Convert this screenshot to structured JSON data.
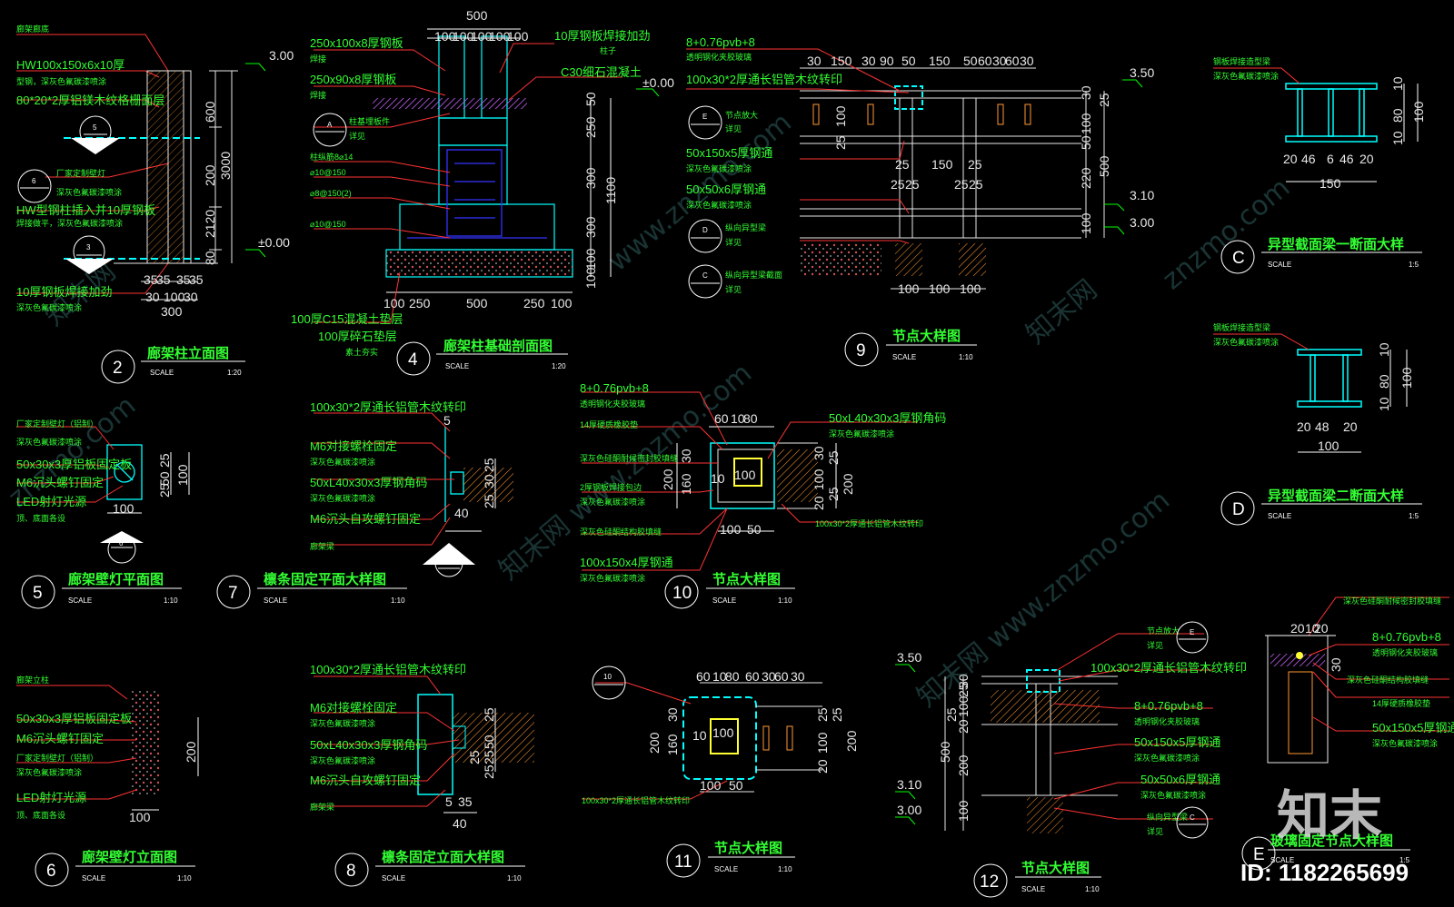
{
  "colors": {
    "background": "#000000",
    "label": "#33ff33",
    "leader": "#ff3333",
    "dimension": "#e8e8e8",
    "outline": "#00ffff",
    "rebar": "#3333ff",
    "hatch": "#ff9933"
  },
  "watermark": {
    "brand": "知末",
    "id": "ID: 1182265699",
    "texts": [
      "知末网 www.znzmo.com",
      "www.znzmo.com",
      "知末网",
      "znzmo.com"
    ]
  },
  "views": {
    "v2": {
      "num": "2",
      "title": "廊架柱立面图",
      "scale_label": "SCALE",
      "scale": "1:20",
      "labels": [
        "廊架廊底",
        "HW100x150x6x10厚",
        "型钢，深灰色氟碳漆喷涂",
        "80*20*2厚铝镁木纹格栅面层",
        "厂家定制壁灯",
        "深灰色氟碳漆喷涂",
        "HW型钢柱插入并10厚钢板",
        "焊接做平，深灰色氟碳漆喷涂",
        "10厚钢板焊接加劲",
        "深灰色氟碳漆喷涂"
      ],
      "dims": [
        "3.00",
        "600",
        "3000",
        "200",
        "2120",
        "80",
        "±0.00",
        "35",
        "35",
        "35",
        "35",
        "30",
        "100",
        "30",
        "300"
      ],
      "markers": [
        "5",
        "6",
        "3"
      ]
    },
    "v4": {
      "num": "4",
      "title": "廊架柱基础剖面图",
      "scale_label": "SCALE",
      "scale": "1:20",
      "labels": [
        "250x100x8厚钢板",
        "焊接",
        "250x90x8厚钢板",
        "焊接",
        "柱基埋板件",
        "详见",
        "柱纵筋8⌀14",
        "⌀10@150",
        "⌀8@150(2)",
        "⌀10@150",
        "10厚钢板焊接加劲",
        "柱子",
        "C30细石混凝土",
        "100厚C15混凝土垫层",
        "100厚碎石垫层",
        "素土夯实"
      ],
      "dims": [
        "500",
        "100",
        "100",
        "100",
        "100",
        "100",
        "±0.00",
        "50",
        "250",
        "300",
        "300",
        "100",
        "1100",
        "100",
        "100",
        "250",
        "500",
        "250",
        "100"
      ],
      "markers": [
        "A"
      ]
    },
    "v9": {
      "num": "9",
      "title": "节点大样图",
      "scale_label": "SCALE",
      "scale": "1:10",
      "labels": [
        "8+0.76pvb+8",
        "透明钢化夹胶玻璃",
        "100x30*2厚通长铝管木纹转印",
        "节点放大",
        "详见",
        "50x150x5厚钢通",
        "深灰色氟碳漆喷涂",
        "50x50x6厚钢通",
        "深灰色氟碳漆喷涂",
        "纵向异型梁",
        "详见",
        "纵向异型梁截面",
        "详见"
      ],
      "dims": [
        "30",
        "150",
        "30",
        "90",
        "50",
        "150",
        "50",
        "60",
        "30",
        "60",
        "30",
        "3.50",
        "30",
        "100",
        "50",
        "25",
        "100",
        "25",
        "500",
        "25",
        "150",
        "25",
        "25",
        "25",
        "25",
        "25",
        "220",
        "3.10",
        "3.00",
        "100",
        "100",
        "100",
        "100"
      ],
      "markers": [
        "E",
        "D",
        "C"
      ]
    },
    "vC": {
      "num": "C",
      "title": "异型截面梁一断面大样",
      "scale_label": "SCALE",
      "scale": "1:5",
      "labels": [
        "钢板焊接造型梁",
        "深灰色氟碳漆喷涂"
      ],
      "dims": [
        "10",
        "80",
        "10",
        "100",
        "20",
        "46",
        "6",
        "46",
        "20",
        "150"
      ]
    },
    "vD": {
      "num": "D",
      "title": "异型截面梁二断面大样",
      "scale_label": "SCALE",
      "scale": "1:5",
      "labels": [
        "钢板焊接造型梁",
        "深灰色氟碳漆喷涂"
      ],
      "dims": [
        "10",
        "80",
        "10",
        "100",
        "20",
        "48",
        "20",
        "100"
      ]
    },
    "v5": {
      "num": "5",
      "title": "廊架壁灯平面图",
      "scale_label": "SCALE",
      "scale": "1:10",
      "labels": [
        "厂家定制壁灯（铝制）",
        "深灰色氟碳漆喷涂",
        "50x30x3厚铝板固定板",
        "M6沉头螺钉固定",
        "LED射灯光源",
        "顶、底面各设"
      ],
      "dims": [
        "25",
        "50",
        "25",
        "100",
        "100"
      ],
      "markers": [
        "6"
      ]
    },
    "v7": {
      "num": "7",
      "title": "檩条固定平面大样图",
      "scale_label": "SCALE",
      "scale": "1:10",
      "labels": [
        "100x30*2厚通长铝管木纹转印",
        "M6对接螺栓固定",
        "深灰色氟碳漆喷涂",
        "50xL40x30x3厚钢角码",
        "深灰色氟碳漆喷涂",
        "M6沉头自攻螺钉固定",
        "廊架梁"
      ],
      "dims": [
        "5",
        "25",
        "30",
        "25",
        "40"
      ],
      "markers": [
        "8"
      ]
    },
    "v10": {
      "num": "10",
      "title": "节点大样图",
      "scale_label": "SCALE",
      "scale": "1:10",
      "labels": [
        "8+0.76pvb+8",
        "透明钢化夹胶玻璃",
        "14厚硬质橡胶垫",
        "深灰色硅酮耐候密封胶填缝",
        "2厚钢板焊接包边",
        "深灰色氟碳漆喷涂",
        "深灰色硅酮结构胶填缝",
        "100x150x4厚钢通",
        "深灰色氟碳漆喷涂",
        "50xL40x30x3厚钢角码",
        "深灰色氟碳漆喷涂",
        "100x30*2厚通长铝管木纹转印"
      ],
      "dims": [
        "60",
        "10",
        "80",
        "30",
        "200",
        "160",
        "10",
        "100",
        "30",
        "100",
        "20",
        "200",
        "25",
        "25",
        "100",
        "50"
      ]
    },
    "v6": {
      "num": "6",
      "title": "廊架壁灯立面图",
      "scale_label": "SCALE",
      "scale": "1:10",
      "labels": [
        "廊架立柱",
        "50x30x3厚铝板固定板",
        "M6沉头螺钉固定",
        "厂家定制壁灯（铝制）",
        "深灰色氟碳漆喷涂",
        "LED射灯光源",
        "顶、底面各设"
      ],
      "dims": [
        "200",
        "100"
      ]
    },
    "v8": {
      "num": "8",
      "title": "檩条固定立面大样图",
      "scale_label": "SCALE",
      "scale": "1:10",
      "labels": [
        "100x30*2厚通长铝管木纹转印",
        "M6对接螺栓固定",
        "深灰色氟碳漆喷涂",
        "50xL40x30x3厚钢角码",
        "深灰色氟碳漆喷涂",
        "M6沉头自攻螺钉固定",
        "廊架梁"
      ],
      "dims": [
        "25",
        "50",
        "25",
        "25",
        "25",
        "5",
        "35",
        "40"
      ]
    },
    "v11": {
      "num": "11",
      "title": "节点大样图",
      "scale_label": "SCALE",
      "scale": "1:10",
      "labels": [
        "100x30*2厚通长铝管木纹转印"
      ],
      "dims": [
        "60",
        "10",
        "80",
        "60",
        "30",
        "60",
        "30",
        "30",
        "200",
        "160",
        "10",
        "100",
        "25",
        "100",
        "20",
        "200",
        "25",
        "100",
        "50"
      ],
      "markers": [
        "10"
      ]
    },
    "v12": {
      "num": "12",
      "title": "节点大样图",
      "scale_label": "SCALE",
      "scale": "1:10",
      "labels": [
        "节点放大",
        "详见",
        "100x30*2厚通长铝管木纹转印",
        "8+0.76pvb+8",
        "透明钢化夹胶玻璃",
        "50x150x5厚钢通",
        "深灰色氟碳漆喷涂",
        "50x50x6厚钢通",
        "深灰色氟碳漆喷涂",
        "纵向异型梁",
        "详见"
      ],
      "dims": [
        "3.50",
        "30",
        "25",
        "100",
        "25",
        "500",
        "20",
        "200",
        "3.10",
        "3.00",
        "100"
      ],
      "markers": [
        "E",
        "C"
      ]
    },
    "vE": {
      "num": "E",
      "title": "玻璃固定节点大样图",
      "scale_label": "SCALE",
      "scale": "1:5",
      "labels": [
        "深灰色硅酮耐候密封胶填缝",
        "8+0.76pvb+8",
        "透明钢化夹胶玻璃",
        "深灰色硅酮结构胶填缝",
        "14厚硬质橡胶垫",
        "50x150x5厚钢通",
        "深灰色氟碳漆喷涂"
      ],
      "dims": [
        "20",
        "10",
        "20",
        "30"
      ]
    }
  }
}
